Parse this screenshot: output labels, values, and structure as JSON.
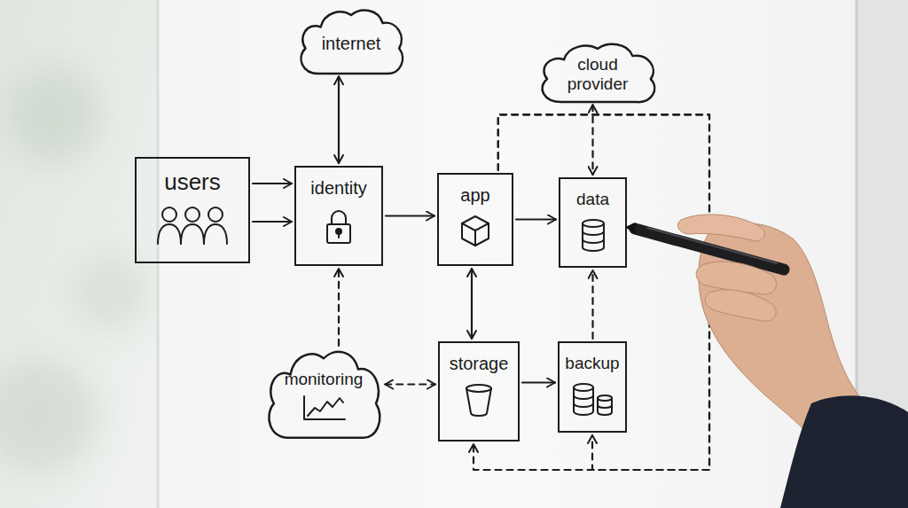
{
  "diagram": {
    "nodes": [
      {
        "text": [
          "internet"
        ]
      },
      {
        "text": [
          "cloud provider"
        ]
      },
      {
        "text": [
          "users"
        ]
      },
      {
        "text": [
          "identity"
        ]
      },
      {
        "text": [
          "app"
        ]
      },
      {
        "text": [
          "data"
        ]
      },
      {
        "text": [
          "monitoring"
        ]
      },
      {
        "text": [
          "storage"
        ]
      },
      {
        "text": [
          "backup"
        ]
      }
    ],
    "edges": [
      {
        "from": 0,
        "to": 3,
        "arrow": "both"
      },
      {
        "from": 1,
        "to": 5,
        "arrow": "both"
      },
      {
        "from": 2,
        "to": 3,
        "arrow": "to"
      },
      {
        "from": 2,
        "to": 3,
        "arrow": "to"
      },
      {
        "from": 3,
        "to": 4,
        "arrow": "to"
      },
      {
        "from": 4,
        "to": 5,
        "arrow": "to"
      },
      {
        "from": 4,
        "to": 7,
        "arrow": "both"
      },
      {
        "from": 4,
        "to": 7,
        "arrow": "to"
      },
      {
        "from": 4,
        "to": 8,
        "arrow": "to"
      },
      {
        "from": 6,
        "to": 3,
        "arrow": "to"
      },
      {
        "from": 6,
        "to": 7,
        "arrow": "both"
      },
      {
        "from": 7,
        "to": 8,
        "arrow": "to"
      },
      {
        "from": 8,
        "to": 5,
        "arrow": "to"
      }
    ]
  }
}
